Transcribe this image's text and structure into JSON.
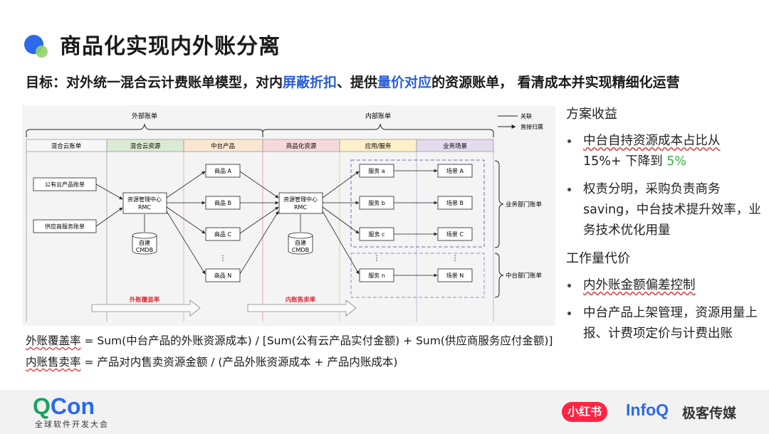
{
  "header": {
    "title": "商品化实现内外账分离",
    "goal_prefix": "目标：对外统一混合云计费账单模型，对内",
    "goal_hl1": "屏蔽折扣",
    "goal_mid": "、提供",
    "goal_hl2": "量价对应",
    "goal_suffix": "的资源账单， 看清成本并实现精细化运营",
    "accent_color": "#2a5ed8"
  },
  "diagram": {
    "external_bill": "外部账单",
    "internal_bill": "内部账单",
    "legend_related": "关联",
    "legend_direct": "直接归属",
    "columns": [
      "混合云账单",
      "混合云资源",
      "中台产品",
      "商品化资源",
      "应用/服务",
      "业务场景"
    ],
    "bills": [
      "公有云产品账单",
      "供应商服务账单"
    ],
    "rmc_title": "资源管理中心",
    "rmc_sub": "RMC",
    "cmdb_title": "自建",
    "cmdb_sub": "CMDB",
    "products": [
      "商品 A",
      "商品 B",
      "商品 C",
      "商品 N"
    ],
    "services": [
      "服务 a",
      "服务 b",
      "服务 c",
      "服务 n"
    ],
    "scenes": [
      "场景 A",
      "场景 B",
      "场景 C",
      "场景 N"
    ],
    "dept_bu": "业务部门账单",
    "dept_mid": "中台部门账单",
    "coverage_label": "外账覆盖率",
    "sale_label": "内账售卖率",
    "ellipsis": "⋮"
  },
  "formulas": {
    "f1_label": "外账覆盖率",
    "f1_rest": " = Sum(中台产品的外账资源成本) / [Sum(公有云产品实付金额) + Sum(供应商服务应付金额)]",
    "f2_label": "内账售卖率",
    "f2_rest": " = 产品对内售卖资源金额 / (产品外账资源成本 + 产品内账成本)"
  },
  "right": {
    "benefits_title": "方案收益",
    "b1_a": "中台自持资源成本占比从",
    "b1_b": "15%+ 下降到 ",
    "b1_c": "5%",
    "b2": "权责分明，采购负责商务saving，中台技术提升效率，业务技术优化用量",
    "cost_title": "工作量代价",
    "c1": "内外账金额偏差控制",
    "c2_a": "中台产品上架管理，",
    "c2_b": "资源用量上报、计费项定价与计费出账"
  },
  "footer": {
    "qcon_q": "Q",
    "qcon_con": "Con",
    "qcon_sub": "全球软件开发大会",
    "xhs": "小红书",
    "infoq": "InfoQ",
    "infoq_cn": "极客传媒"
  }
}
